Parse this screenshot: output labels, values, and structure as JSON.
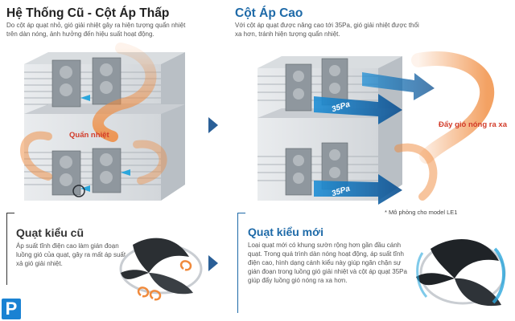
{
  "left": {
    "title": "Hệ Thống Cũ - Cột Áp Thấp",
    "description": "Do cột áp quạt nhỏ, gió giải nhiệt gây ra hiện tượng quẩn nhiệt trên dàn nóng, ảnh hưởng đến hiệu suất hoạt động.",
    "heat_label": "Quẩn nhiệt"
  },
  "right": {
    "title": "Cột Áp Cao",
    "description": "Với cột áp quạt được nâng cao tới 35Pa, gió giải nhiệt được thổi xa hơn, tránh hiện tượng quẩn nhiệt.",
    "push_label": "Đẩy gió nóng ra xa",
    "pressure_label": "35Pa",
    "note": "* Mô phỏng cho model LE1"
  },
  "old_fan": {
    "title": "Quạt kiểu cũ",
    "description": "Áp suất tĩnh điện cao làm gián đoạn luồng gió của quạt, gây ra mất áp suất xả gió giải nhiệt."
  },
  "new_fan": {
    "title": "Quạt kiểu mới",
    "description": "Loại quạt mới có khung sườn rộng hơn gần đầu cánh quạt. Trong quá trình dàn nóng hoạt động, áp suất tĩnh điện cao, hình dạng cánh kiểu này giúp ngăn chặn sự gián đoạn trong luồng gió giải nhiệt và cột áp quạt 35Pa giúp đẩy luồng gió nóng ra xa hơn."
  },
  "logo": {
    "letter": "P"
  },
  "colors": {
    "accent_blue": "#1e6aa8",
    "heat_orange": "#f08a3c",
    "warning_red": "#d23c2a",
    "logo_blue": "#1a82d3"
  },
  "icons": [
    "arrow-right-icon",
    "arrow-right-icon",
    "logo-icon"
  ]
}
